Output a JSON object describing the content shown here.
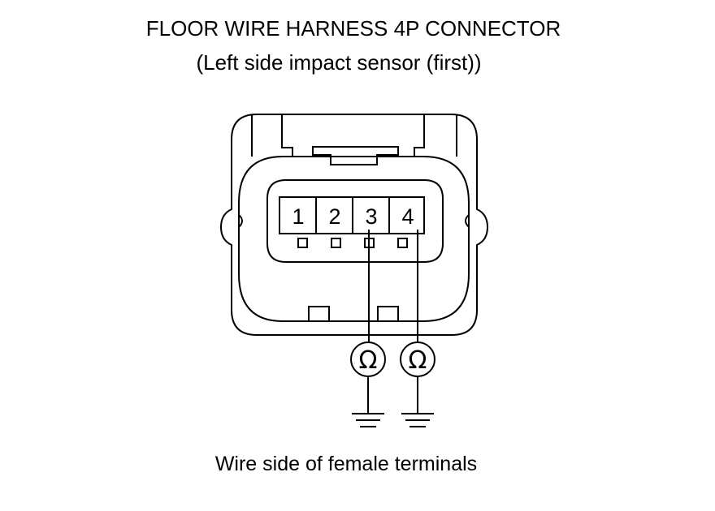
{
  "title": "FLOOR WIRE HARNESS 4P CONNECTOR",
  "subtitle": "(Left side impact sensor (first))",
  "caption": "Wire side of female terminals",
  "terminals": [
    "1",
    "2",
    "3",
    "4"
  ],
  "meters": [
    {
      "symbol": "Ω",
      "terminal": "3",
      "icon": "ohmmeter-icon"
    },
    {
      "symbol": "Ω",
      "terminal": "4",
      "icon": "ohmmeter-icon"
    }
  ],
  "ground_icon": "ground-icon"
}
